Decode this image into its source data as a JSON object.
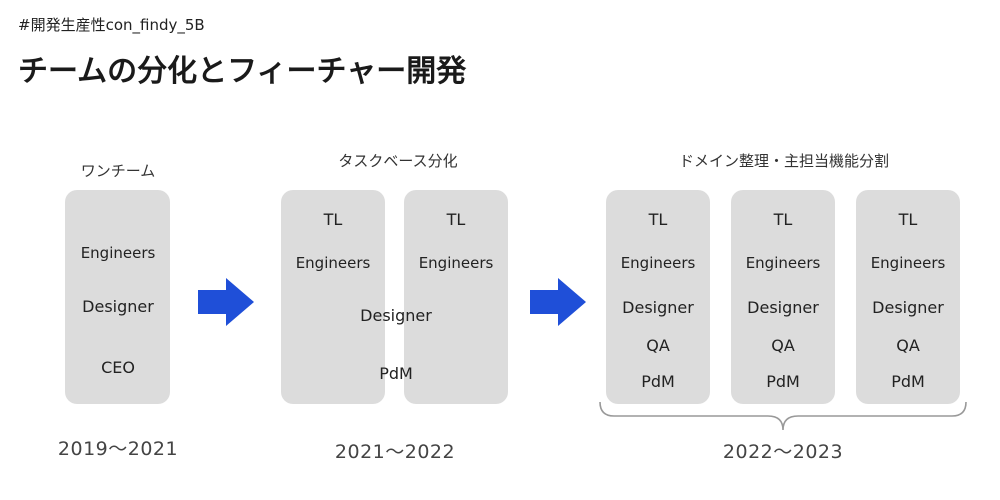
{
  "header": {
    "hashtag": "#開発生産性con_findy_5B",
    "title": "チームの分化とフィーチャー開発"
  },
  "stages": [
    {
      "label": "ワンチーム",
      "period": "2019～2021",
      "roles": [
        "Engineers",
        "Designer",
        "CEO"
      ]
    },
    {
      "label": "タスクベース分化",
      "period": "2021～2022",
      "team_roles": [
        "TL",
        "Engineers"
      ],
      "shared_roles": [
        "Designer",
        "PdM"
      ]
    },
    {
      "label": "ドメイン整理・主担当機能分割",
      "period": "2022～2023",
      "team_roles": [
        "TL",
        "Engineers",
        "Designer",
        "QA",
        "PdM"
      ]
    }
  ],
  "colors": {
    "box": "#dcdcdc",
    "arrow": "#1f4fd8",
    "brace": "#999999"
  }
}
